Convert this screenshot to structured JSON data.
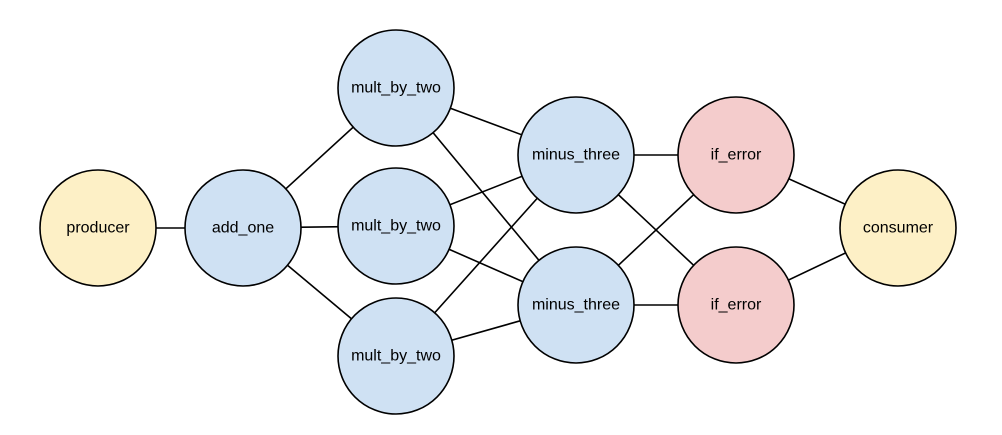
{
  "diagram": {
    "title": "",
    "colors": {
      "endpoint_fill": "#fdf0c6",
      "process_fill": "#cfe1f3",
      "error_fill": "#f4cccc",
      "stroke": "#000000",
      "edge": "#000000"
    },
    "nodes": [
      {
        "id": "producer",
        "label": "producer",
        "kind": "endpoint"
      },
      {
        "id": "add_one",
        "label": "add_one",
        "kind": "process"
      },
      {
        "id": "mult_by_two_1",
        "label": "mult_by_two",
        "kind": "process"
      },
      {
        "id": "mult_by_two_2",
        "label": "mult_by_two",
        "kind": "process"
      },
      {
        "id": "mult_by_two_3",
        "label": "mult_by_two",
        "kind": "process"
      },
      {
        "id": "minus_three_1",
        "label": "minus_three",
        "kind": "process"
      },
      {
        "id": "minus_three_2",
        "label": "minus_three",
        "kind": "process"
      },
      {
        "id": "if_error_1",
        "label": "if_error",
        "kind": "error"
      },
      {
        "id": "if_error_2",
        "label": "if_error",
        "kind": "error"
      },
      {
        "id": "consumer",
        "label": "consumer",
        "kind": "endpoint"
      }
    ],
    "edges": [
      [
        "producer",
        "add_one"
      ],
      [
        "add_one",
        "mult_by_two_1"
      ],
      [
        "add_one",
        "mult_by_two_2"
      ],
      [
        "add_one",
        "mult_by_two_3"
      ],
      [
        "mult_by_two_1",
        "minus_three_1"
      ],
      [
        "mult_by_two_1",
        "minus_three_2"
      ],
      [
        "mult_by_two_2",
        "minus_three_1"
      ],
      [
        "mult_by_two_2",
        "minus_three_2"
      ],
      [
        "mult_by_two_3",
        "minus_three_1"
      ],
      [
        "mult_by_two_3",
        "minus_three_2"
      ],
      [
        "minus_three_1",
        "if_error_1"
      ],
      [
        "minus_three_1",
        "if_error_2"
      ],
      [
        "minus_three_2",
        "if_error_1"
      ],
      [
        "minus_three_2",
        "if_error_2"
      ],
      [
        "if_error_1",
        "consumer"
      ],
      [
        "if_error_2",
        "consumer"
      ]
    ]
  }
}
